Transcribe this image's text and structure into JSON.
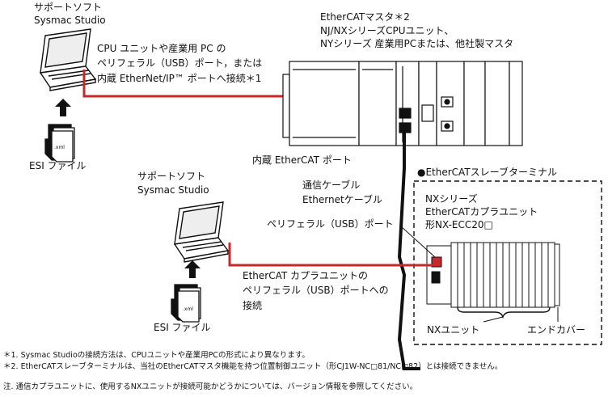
{
  "support_software_top": {
    "line1": "サポートソフト",
    "line2": "Sysmac Studio"
  },
  "connection_note_top": {
    "line1": "CPU ユニットや産業用 PC の",
    "line2": "ペリフェラル（USB）ポート，または",
    "line3": "内蔵 EtherNet/IP™ ポートへ接続＊1"
  },
  "esi_file_top": "ESI ファイル",
  "esi_icon_label": ".xml",
  "master": {
    "line1": "EtherCATマスタ＊2",
    "line2": "NJ/NXシリーズCPUユニット、",
    "line3": "NYシリーズ 産業用PCまたは、他社製マスタ"
  },
  "builtin_port": "内蔵 EtherCAT ポート",
  "cable": {
    "line1": "通信ケーブル",
    "line2": "Ethernetケーブル"
  },
  "slave_terminal": "●EtherCATスレーブターミナル",
  "coupler": {
    "line1": "NXシリーズ",
    "line2": "EtherCATカプラユニット",
    "line3": "形NX-ECC20□"
  },
  "support_software_bottom": {
    "line1": "サポートソフト",
    "line2": "Sysmac Studio"
  },
  "peripheral_port": "ペリフェラル（USB）ポート",
  "connection_note_bottom": {
    "line1": "EtherCAT カプラユニットの",
    "line2": "ペリフェラル（USB）ポートへの",
    "line3": "接続"
  },
  "esi_file_bottom": "ESI ファイル",
  "nx_unit": "NXユニット",
  "end_cover": "エンドカバー",
  "footnotes": {
    "note1": "＊1. Sysmac Studioの接続方法は、CPUユニットや産業用PCの形式により異なります。",
    "note2": "＊2. EtherCATスレーブターミナルは、当社のEtherCATマスタ機能を持つ位置制御ユニット（形CJ1W-NC□81/NC□82）とは接続できません。",
    "note3": "注. 通信カプラユニットに、使用するNXユニットが接続可能かどうかについては、バージョン情報を参照してください。"
  },
  "colors": {
    "usb_cable": "#c8282a",
    "ethercat_cable": "#111111",
    "device": "#ffffff"
  }
}
